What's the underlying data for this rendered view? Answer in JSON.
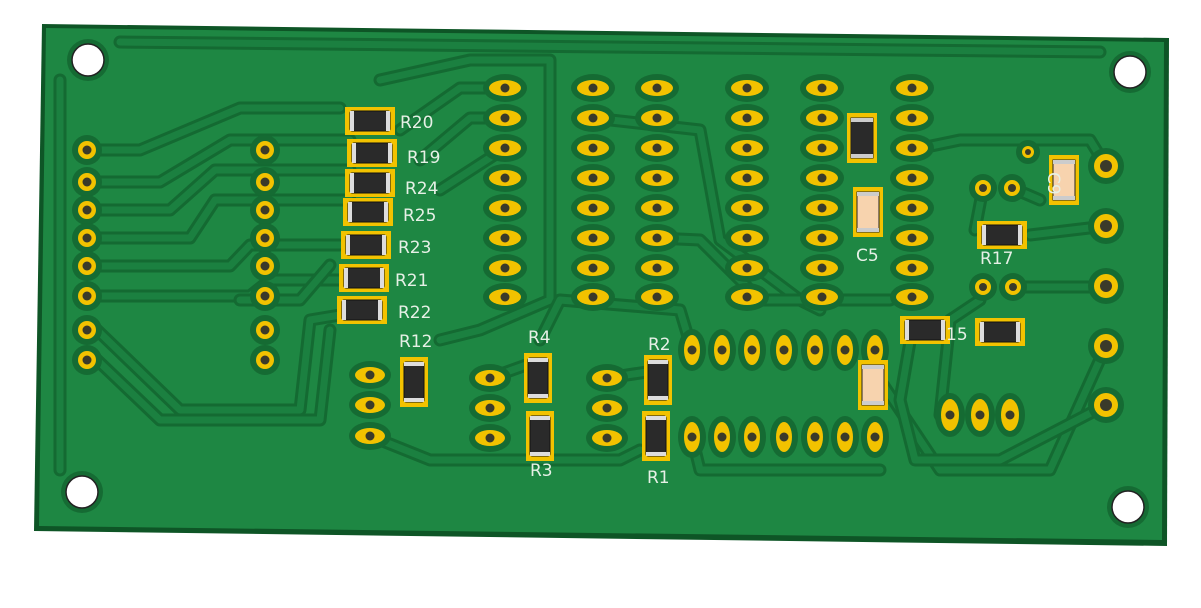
{
  "colors": {
    "board": "#1e8743",
    "board_edge": "#0e5526",
    "trace": "#167a38",
    "pad": "#f2c200",
    "component_body": "#2a2a2a",
    "capacitor_body": "#f7d3ae",
    "silkscreen": "#e6f0e6"
  },
  "resistors": [
    {
      "ref": "R20"
    },
    {
      "ref": "R19"
    },
    {
      "ref": "R24"
    },
    {
      "ref": "R25"
    },
    {
      "ref": "R23"
    },
    {
      "ref": "R21"
    },
    {
      "ref": "R22"
    },
    {
      "ref": "R12"
    },
    {
      "ref": "R4"
    },
    {
      "ref": "R3"
    },
    {
      "ref": "R2"
    },
    {
      "ref": "R1"
    },
    {
      "ref": "R17"
    },
    {
      "ref": "15"
    }
  ],
  "capacitors": [
    {
      "ref": "C5"
    },
    {
      "ref": "C9"
    }
  ]
}
